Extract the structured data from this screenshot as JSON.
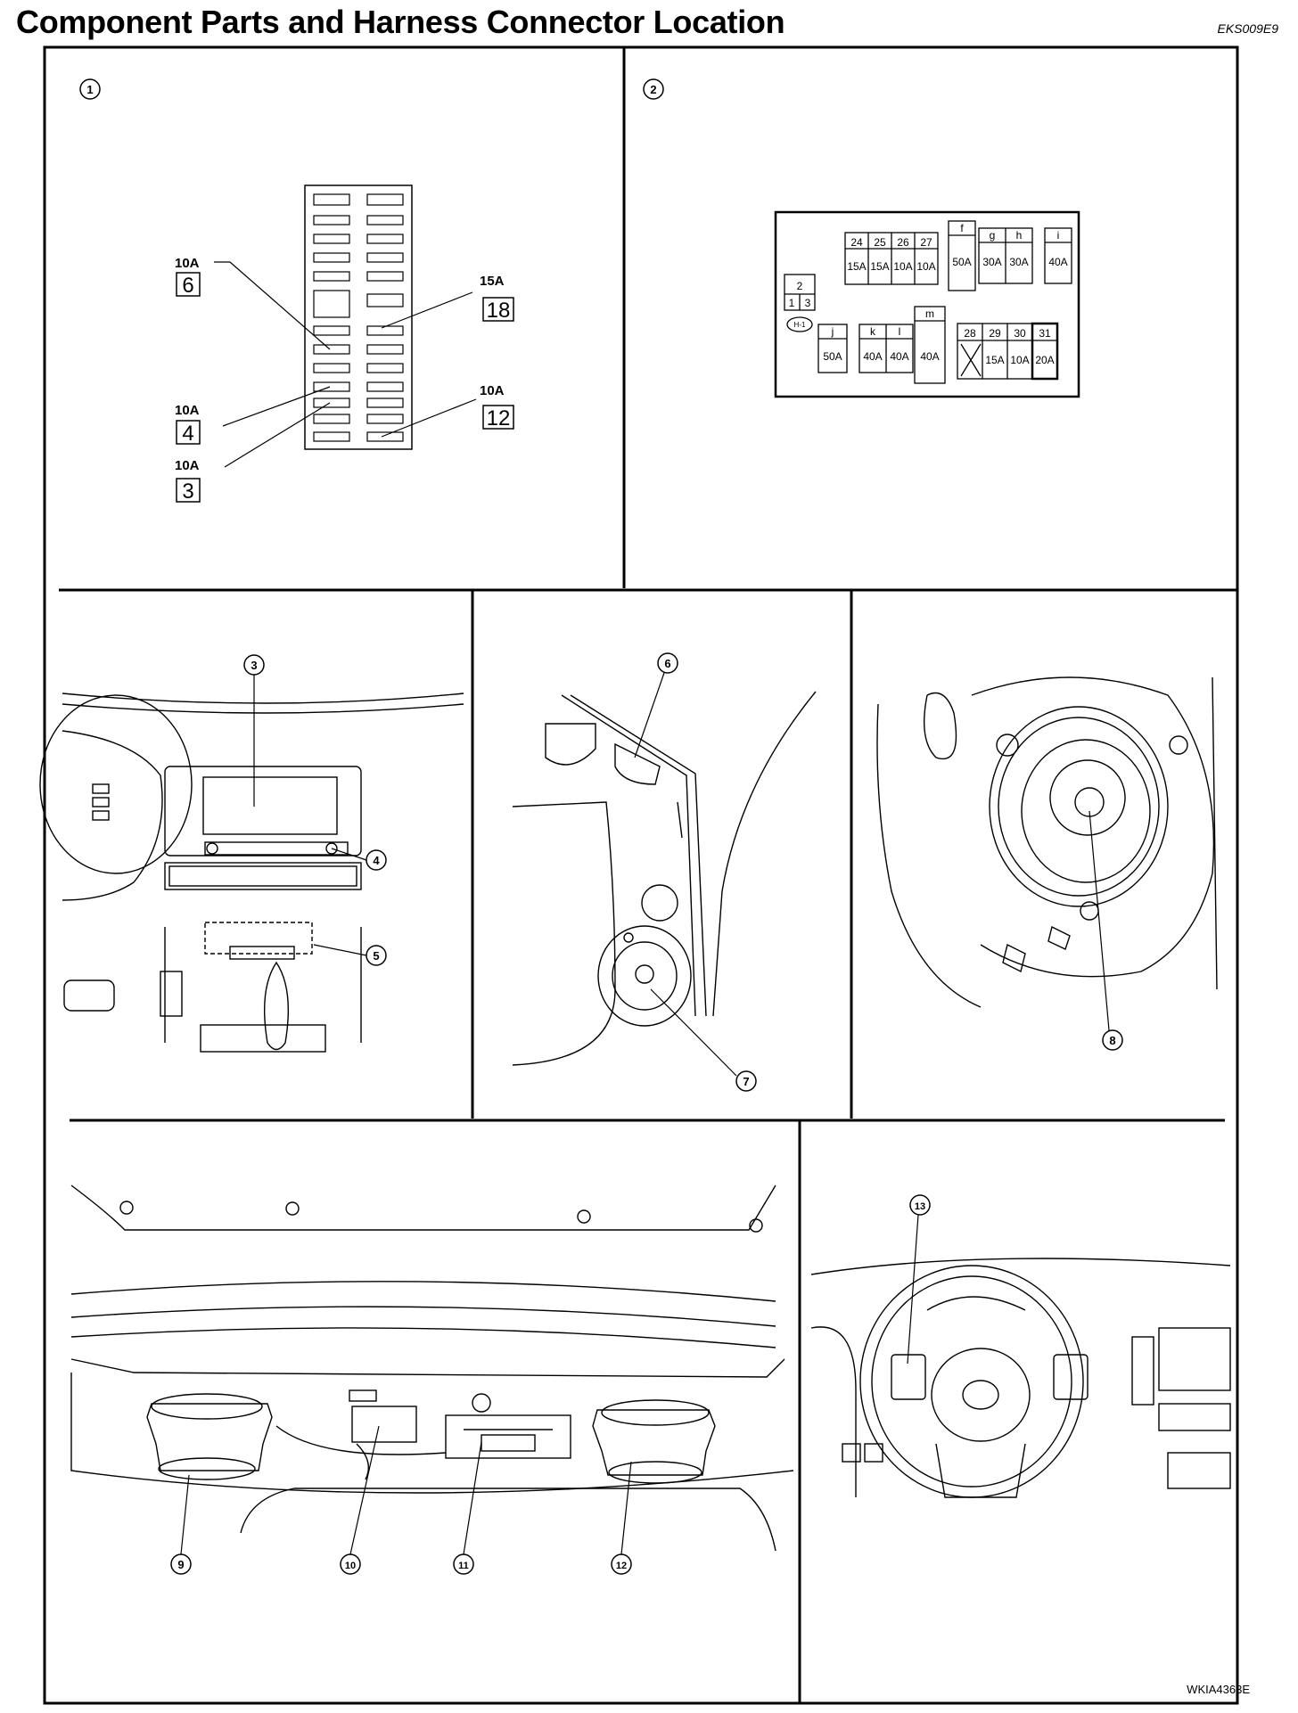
{
  "title": "Component Parts and Harness Connector Location",
  "code_top": "EKS009E9",
  "code_bottom": "WKIA4363E",
  "callouts": [
    "1",
    "2",
    "3",
    "4",
    "5",
    "6",
    "7",
    "8",
    "9",
    "10",
    "11",
    "12",
    "13"
  ],
  "fuse_block_1": {
    "fuses": [
      {
        "amp": "10A",
        "num": "6"
      },
      {
        "amp": "15A",
        "num": "18"
      },
      {
        "amp": "10A",
        "num": "4"
      },
      {
        "amp": "10A",
        "num": "12"
      },
      {
        "amp": "10A",
        "num": "3"
      }
    ]
  },
  "fuse_block_2": {
    "top_row": {
      "nums": [
        "24",
        "25",
        "26",
        "27"
      ],
      "amps": [
        "15A",
        "15A",
        "10A",
        "10A"
      ]
    },
    "big_fuses": [
      {
        "letter": "f",
        "amp": "50A"
      },
      {
        "letter": "g",
        "amp": "30A"
      },
      {
        "letter": "h",
        "amp": "30A"
      },
      {
        "letter": "i",
        "amp": "40A"
      },
      {
        "letter": "j",
        "amp": "50A"
      },
      {
        "letter": "k",
        "amp": "40A"
      },
      {
        "letter": "l",
        "amp": "40A"
      },
      {
        "letter": "m",
        "amp": "40A"
      }
    ],
    "relay": {
      "top": "2",
      "left": "1",
      "right": "3"
    },
    "connector": "H-1",
    "bottom_row": {
      "nums": [
        "28",
        "29",
        "30",
        "31"
      ],
      "amps": [
        "",
        "15A",
        "10A",
        "20A"
      ]
    }
  }
}
